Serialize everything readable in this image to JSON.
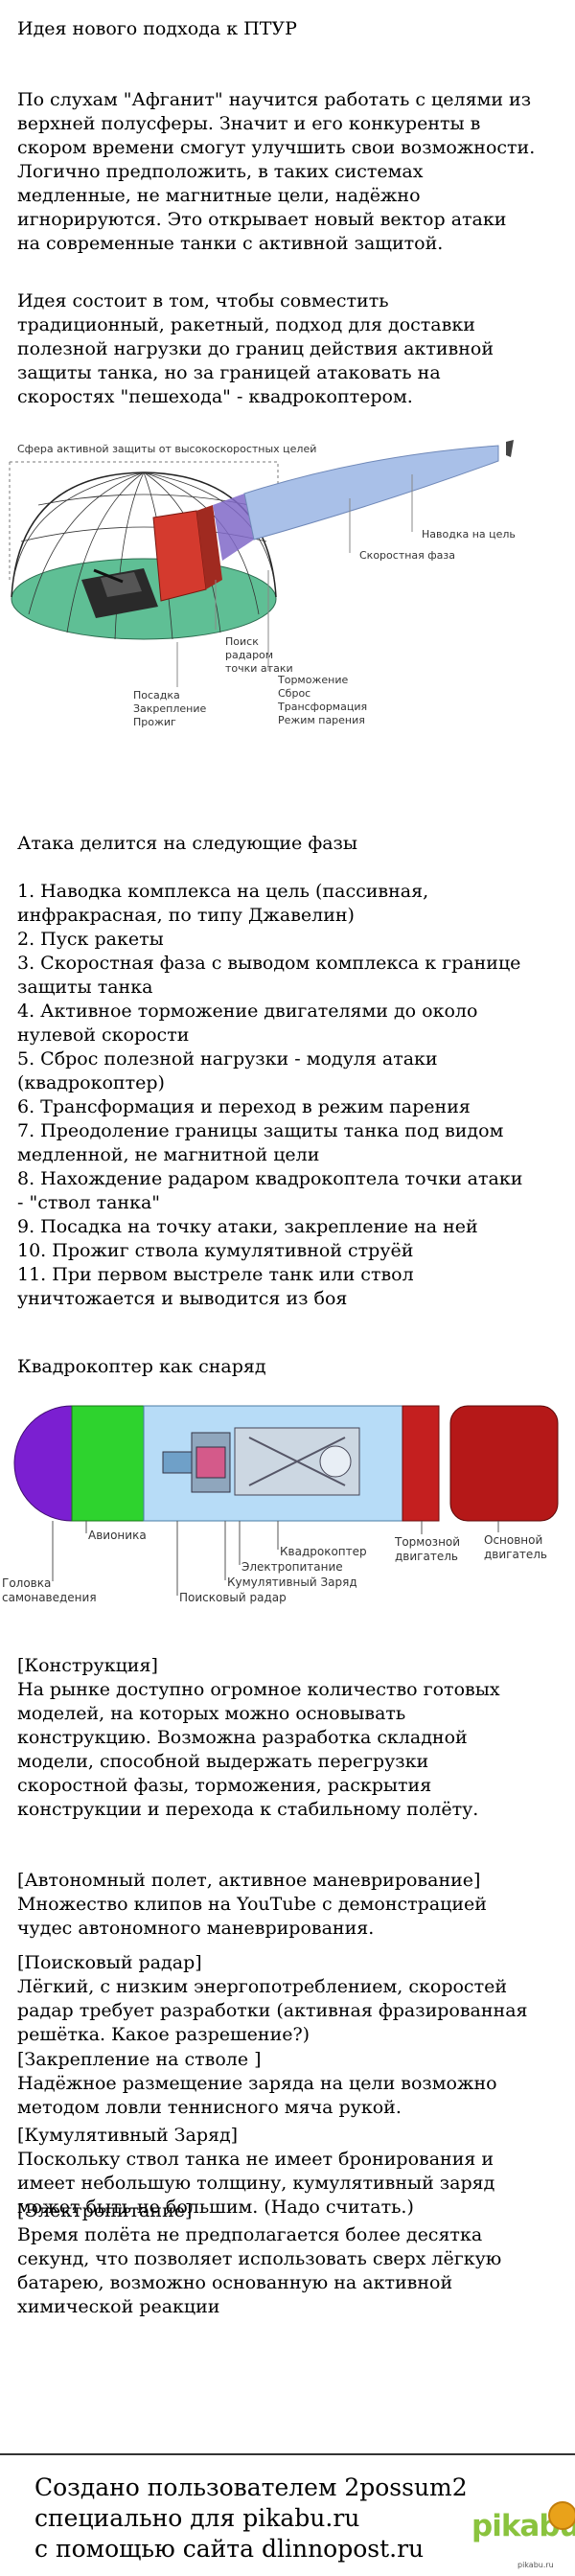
{
  "title": "Идея нового подхода к ПТУР",
  "intro": [
    "По слухам \"Афганит\" научится работать с целями из",
    "верхней полусферы. Значит и его конкуренты в",
    "скором времени смогут улучшить свои возможности.",
    "Логично предположить, в таких системах",
    "медленные, не магнитные цели, надёжно",
    "игнорируются. Это открывает новый вектор атаки",
    "на современные танки с активной защитой."
  ],
  "idea": [
    "Идея состоит в том, чтобы совместить",
    "традиционный, ракетный, подход для доставки",
    "полезной нагрузки до границ действия активной",
    "защиты танка, но за границей атаковать на",
    "скоростях \"пешехода\" - квадрокоптером."
  ],
  "figure1": {
    "sphere_label": "Сфера активной защиты от высокоскоростных целей",
    "guidance_label": "Наводка на цель",
    "speed_phase_label": "Скоростная фаза",
    "search_label": [
      "Поиск",
      "радаром",
      "точки атаки"
    ],
    "landing_label": [
      "Посадка",
      "Закрепление",
      "Прожиг"
    ],
    "braking_label": [
      "Торможение",
      "Сброс",
      "Трансформация",
      "Режим парения"
    ]
  },
  "phases_heading": "Атака делится на следующие фазы",
  "phases": [
    "1. Наводка комплекса на цель (пассивная,",
    "инфракрасная, по типу Джавелин)",
    "2. Пуск ракеты",
    "3. Скоростная фаза с выводом комплекса к границе",
    "защиты танка",
    "4. Активное торможение двигателями до около",
    "нулевой скорости",
    "5. Сброс полезной нагрузки - модуля атаки",
    "(квадрокоптер)",
    "6. Трансформация и переход в режим парения",
    "7. Преодоление границы защиты танка под видом",
    "медленной, не магнитной цели",
    "8. Нахождение радаром квадрокоптела точки атаки",
    "- \"ствол танка\"",
    "9. Посадка на точку атаки, закрепление на ней",
    "10. Прожиг ствола  кумулятивной струёй",
    "11. При первом выстреле танк или ствол",
    "уничтожается и выводится из боя"
  ],
  "quad_heading": "Квадрокоптер как снаряд",
  "figure2": {
    "avionics": "Авионика",
    "quadcopter": "Квадрокоптер",
    "power": "Электропитание",
    "charge": "Кумулятивный Заряд",
    "radar": "Поисковый радар",
    "brake_engine": [
      "Тормозной",
      "двигатель"
    ],
    "main_engine": [
      "Основной",
      "двигатель"
    ],
    "seeker": [
      "Головка",
      "самонаведения"
    ]
  },
  "construction": [
    "[Конструкция]",
    "На рынке доступно огромное количество готовых",
    "моделей, на которых можно основывать",
    "конструкцию. Возможна разработка складной",
    "модели, способной выдержать перегрузки",
    "скоростной фазы, торможения, раскрытия",
    "конструкции  и перехода  к стабильному полёту."
  ],
  "autonomous": [
    "[Автономный полет, активное маневрирование]",
    "Множество клипов на YouTube с демонстрацией",
    "чудес автономного маневрирования."
  ],
  "radar": [
    "[Поисковый радар]",
    "Лёгкий, с низким энергопотреблением, скоростей",
    "радар требует разработки (активная фразированная",
    "решётка.  Какое разрешение?)"
  ],
  "mount": [
    "[Закрепление на стволе ]",
    "Надёжное размещение заряда на цели возможно",
    "методом ловли теннисного мяча рукой."
  ],
  "charge": [
    "[Кумулятивный Заряд]",
    "Поскольку ствол танка не имеет бронирования и",
    "имеет небольшую толщину, кумулятивный заряд",
    "может быть не большим. (Надо считать.)"
  ],
  "power": [
    "[Электропитание]",
    "Время полёта не предполагается более десятка",
    "секунд, что позволяет использовать сверх лёгкую",
    "батарею, возможно основанную на активной",
    "химической реакции"
  ],
  "footer": {
    "line1": "Создано пользователем 2possum2",
    "line2": "специально для pikabu.ru",
    "line3": "с помощью сайта dlinnopost.ru",
    "logo": "pikabu",
    "credit": "pikabu.ru"
  },
  "colors": {
    "dome_fill": "#5fbf95",
    "red_block": "#d43a2e",
    "blue_cone": "#a9c0e8",
    "purple_head": "#7b1fd1",
    "green_body": "#2ed32e",
    "dark_red": "#b51818"
  }
}
